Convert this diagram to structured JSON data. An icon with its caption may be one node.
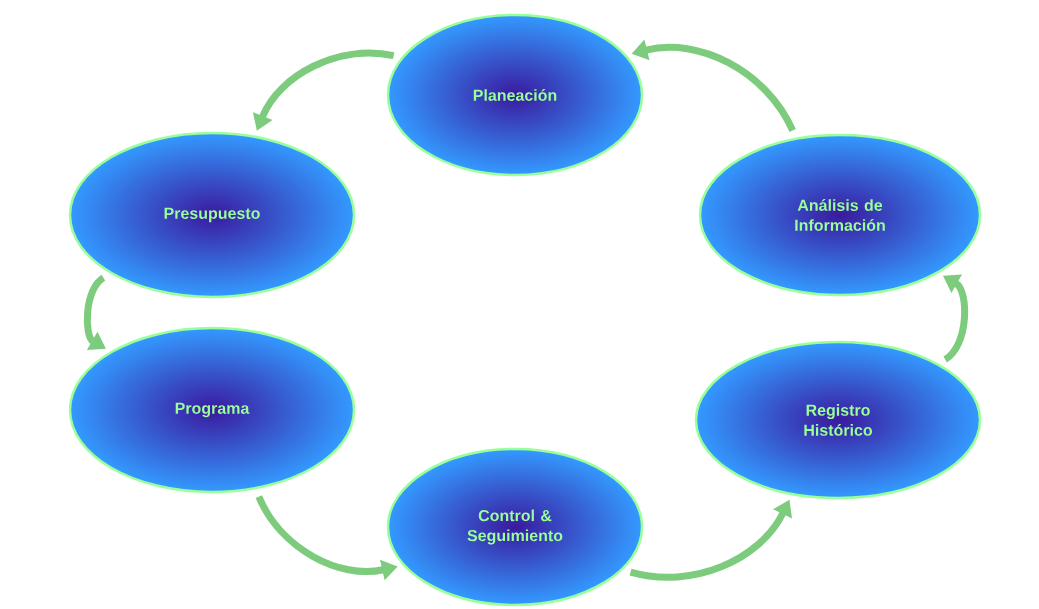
{
  "diagram": {
    "nodes": [
      {
        "text": [
          "Planeación"
        ]
      },
      {
        "text": [
          "Presupuesto"
        ]
      },
      {
        "text": [
          "Análisis de Información"
        ]
      },
      {
        "text": [
          "Programa"
        ]
      },
      {
        "text": [
          "Registro Histórico"
        ]
      },
      {
        "text": [
          "Control & Seguimiento"
        ]
      }
    ],
    "edges": [
      {
        "from": 0,
        "to": 1,
        "arrow": "to"
      },
      {
        "from": 1,
        "to": 3,
        "arrow": "to"
      },
      {
        "from": 3,
        "to": 5,
        "arrow": "to"
      },
      {
        "from": 5,
        "to": 4,
        "arrow": "to"
      },
      {
        "from": 4,
        "to": 2,
        "arrow": "to"
      },
      {
        "from": 2,
        "to": 0,
        "arrow": "to"
      }
    ]
  }
}
